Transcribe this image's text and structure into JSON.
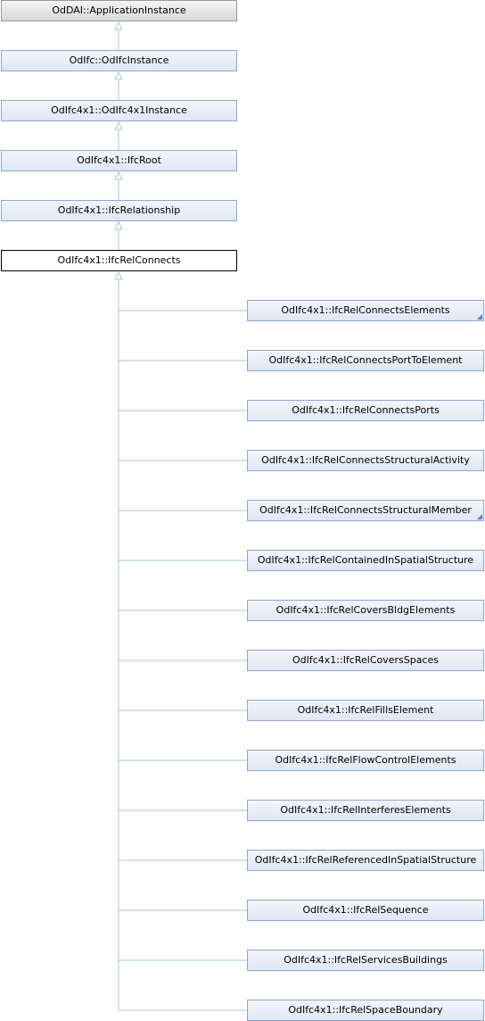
{
  "colors": {
    "connector": "#a7c7e0",
    "node_border": "#8ea6cf",
    "node_fill": "#e6ecf6"
  },
  "ancestors": [
    {
      "label": "OdDAI::ApplicationInstance"
    },
    {
      "label": "OdIfc::OdIfcInstance"
    },
    {
      "label": "OdIfc4x1::OdIfc4x1Instance"
    },
    {
      "label": "OdIfc4x1::IfcRoot"
    },
    {
      "label": "OdIfc4x1::IfcRelationship"
    }
  ],
  "current": {
    "label": "OdIfc4x1::IfcRelConnects"
  },
  "children": [
    {
      "label": "OdIfc4x1::IfcRelConnectsElements",
      "has_subclasses": true
    },
    {
      "label": "OdIfc4x1::IfcRelConnectsPortToElement",
      "has_subclasses": false
    },
    {
      "label": "OdIfc4x1::IfcRelConnectsPorts",
      "has_subclasses": false
    },
    {
      "label": "OdIfc4x1::IfcRelConnectsStructuralActivity",
      "has_subclasses": false
    },
    {
      "label": "OdIfc4x1::IfcRelConnectsStructuralMember",
      "has_subclasses": true
    },
    {
      "label": "OdIfc4x1::IfcRelContainedInSpatialStructure",
      "has_subclasses": false
    },
    {
      "label": "OdIfc4x1::IfcRelCoversBldgElements",
      "has_subclasses": false
    },
    {
      "label": "OdIfc4x1::IfcRelCoversSpaces",
      "has_subclasses": false
    },
    {
      "label": "OdIfc4x1::IfcRelFillsElement",
      "has_subclasses": false
    },
    {
      "label": "OdIfc4x1::IfcRelFlowControlElements",
      "has_subclasses": false
    },
    {
      "label": "OdIfc4x1::IfcRelInterferesElements",
      "has_subclasses": false
    },
    {
      "label": "OdIfc4x1::IfcRelReferencedInSpatialStructure",
      "has_subclasses": false
    },
    {
      "label": "OdIfc4x1::IfcRelSequence",
      "has_subclasses": false
    },
    {
      "label": "OdIfc4x1::IfcRelServicesBuildings",
      "has_subclasses": false
    },
    {
      "label": "OdIfc4x1::IfcRelSpaceBoundary",
      "has_subclasses": false
    }
  ]
}
